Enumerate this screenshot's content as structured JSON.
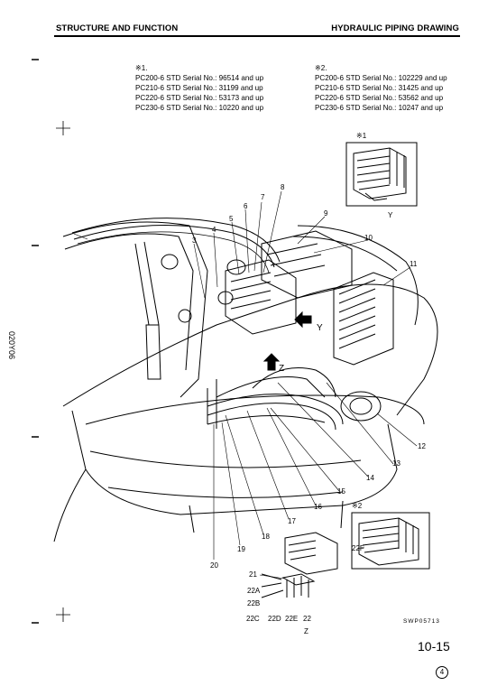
{
  "header": {
    "left_title": "STRUCTURE AND FUNCTION",
    "right_title": "HYDRAULIC PIPING DRAWING"
  },
  "serial_groups": [
    {
      "mark": "※1.",
      "lines": [
        "PC200-6 STD Serial No.: 96514 and up",
        "PC210-6 STD Serial No.: 31199 and up",
        "PC220-6 STD Serial No.: 53173 and up",
        "PC230-6 STD Serial No.: 10220 and up"
      ]
    },
    {
      "mark": "※2.",
      "lines": [
        "PC200-6 STD Serial No.: 102229 and up",
        "PC210-6 STD Serial No.: 31425 and up",
        "PC220-6 STD Serial No.: 53562 and up",
        "PC230-6 STD Serial No.: 10247 and up"
      ]
    }
  ],
  "side_code": "020Y06",
  "detail_views": {
    "view1_mark": "※1",
    "view1_label": "Y",
    "view2_mark": "※2",
    "view2_callout": "22F",
    "view_z_label": "Z"
  },
  "main_view_markers": {
    "y": "Y",
    "z": "Z"
  },
  "callouts": {
    "c1": "1",
    "c3": "3",
    "c4": "4",
    "c5": "5",
    "c6": "6",
    "c7": "7",
    "c8": "8",
    "c9": "9",
    "c10": "10",
    "c11": "11",
    "c12": "12",
    "c13": "13",
    "c14": "14",
    "c15": "15",
    "c16": "16",
    "c17": "17",
    "c18": "18",
    "c19": "19",
    "c20": "20",
    "c21": "21",
    "c22A": "22A",
    "c22B": "22B",
    "c22C": "22C",
    "c22D": "22D",
    "c22E": "22E",
    "c22": "22"
  },
  "figure_code": "SWP05713",
  "page_number": "10-15",
  "revision_mark": "4"
}
